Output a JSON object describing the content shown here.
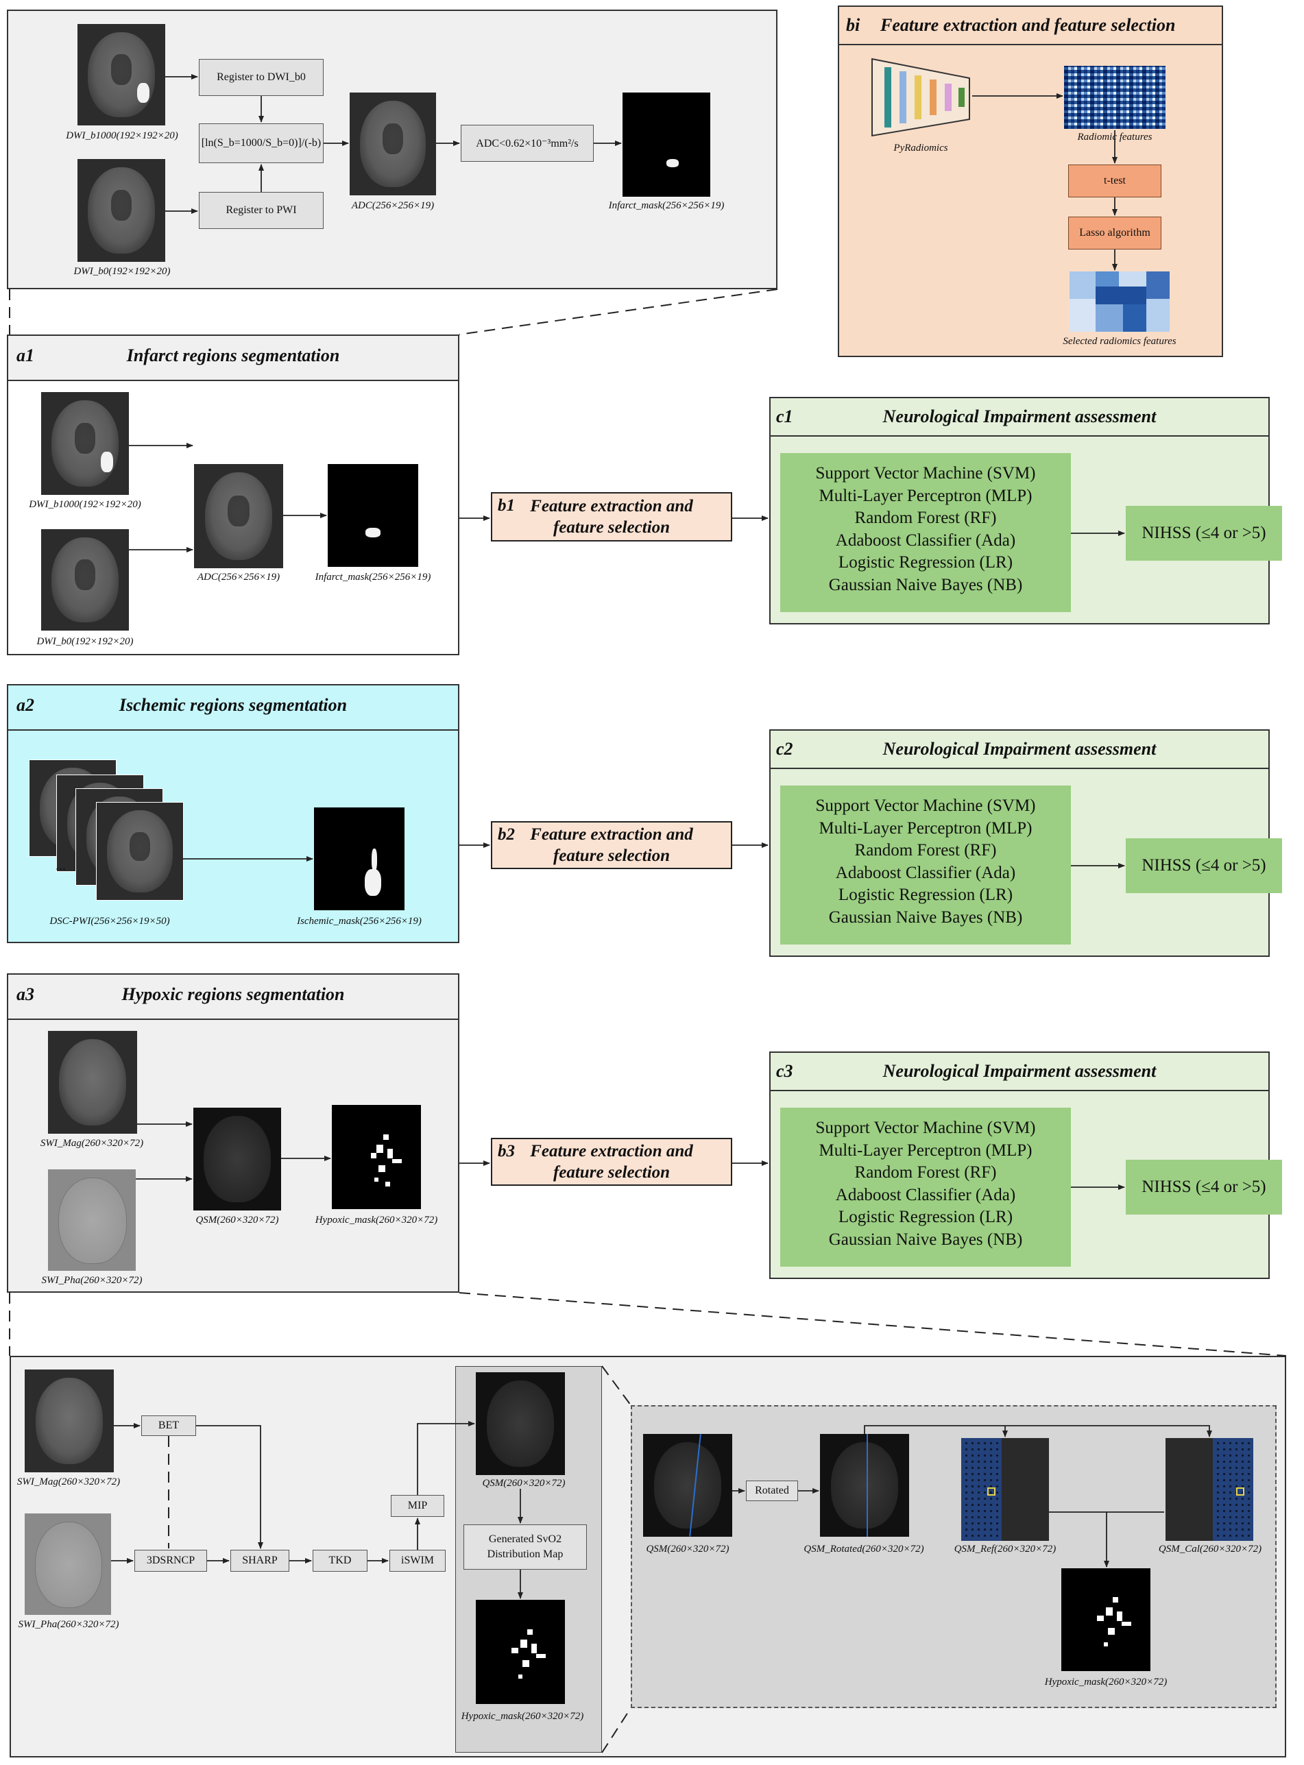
{
  "pipeline": {
    "dwi_b1000": "DWI_b1000(192×192×20)",
    "dwi_b0": "DWI_b0(192×192×20)",
    "register_dwi": "Register to DWI_b0",
    "formula": "[ln(S_b=1000/S_b=0)]/(-b)",
    "register_pwi": "Register to PWI",
    "adc": "ADC(256×256×19)",
    "threshold": "ADC<0.62×10⁻³mm²/s",
    "infarct_mask": "Infarct_mask(256×256×19)"
  },
  "feature_panel": {
    "tag": "bi",
    "title": "Feature extraction and feature selection",
    "pyradiomics": "PyRadiomics",
    "radiomic_features": "Radiomic features",
    "ttest": "t-test",
    "lasso": "Lasso algorithm",
    "selected": "Selected radiomics features"
  },
  "rows": [
    {
      "tag": "a1",
      "title": "Infarct regions segmentation",
      "input1": "DWI_b1000(192×192×20)",
      "input2": "DWI_b0(192×192×20)",
      "middle": "ADC(256×256×19)",
      "mask": "Infarct_mask(256×256×19)",
      "feature_tag": "b1",
      "feature_line1": "Feature extraction and",
      "feature_line2": "feature selection",
      "assess_tag": "c1",
      "assess_title": "Neurological Impairment assessment"
    },
    {
      "tag": "a2",
      "title": "Ischemic regions segmentation",
      "input1": "DSC-PWI(256×256×19×50)",
      "ellipsis": "...",
      "mask": "Ischemic_mask(256×256×19)",
      "feature_tag": "b2",
      "feature_line1": "Feature extraction and",
      "feature_line2": "feature selection",
      "assess_tag": "c2",
      "assess_title": "Neurological Impairment assessment"
    },
    {
      "tag": "a3",
      "title": "Hypoxic regions segmentation",
      "input1": "SWI_Mag(260×320×72)",
      "input2": "SWI_Pha(260×320×72)",
      "middle": "QSM(260×320×72)",
      "mask": "Hypoxic_mask(260×320×72)",
      "feature_tag": "b3",
      "feature_line1": "Feature extraction and",
      "feature_line2": "feature selection",
      "assess_tag": "c3",
      "assess_title": "Neurological Impairment assessment"
    }
  ],
  "classifiers": [
    "Support Vector Machine (SVM)",
    "Multi-Layer Perceptron (MLP)",
    "Random Forest (RF)",
    "Adaboost Classifier (Ada)",
    "Logistic Regression (LR)",
    "Gaussian Naive Bayes (NB)"
  ],
  "nihss": "NIHSS (≤4 or >5)",
  "bottom": {
    "swi_mag": "SWI_Mag(260×320×72)",
    "swi_pha": "SWI_Pha(260×320×72)",
    "bet": "BET",
    "dsrncp": "3DSRNCP",
    "sharp": "SHARP",
    "tkd": "TKD",
    "iswim": "iSWIM",
    "mip": "MIP",
    "qsm": "QSM(260×320×72)",
    "generated1": "Generated SvO2",
    "generated2": "Distribution Map",
    "hypoxic_mask": "Hypoxic_mask(260×320×72)",
    "qsm2": "QSM(260×320×72)",
    "rotated": "Rotated",
    "qsm_rotated": "QSM_Rotated(260×320×72)",
    "qsm_ref": "QSM_Ref(260×320×72)",
    "qsm_cal": "QSM_Cal(260×320×72)",
    "hypoxic_mask2": "Hypoxic_mask(260×320×72)"
  },
  "colors": {
    "green": "#9ccf83",
    "green_panel": "#e4f0da",
    "peach": "#fbe3d3",
    "peach_panel": "#f9dcc6",
    "cyan": "#c5f7fb",
    "gray_panel": "#f0f0f0"
  }
}
